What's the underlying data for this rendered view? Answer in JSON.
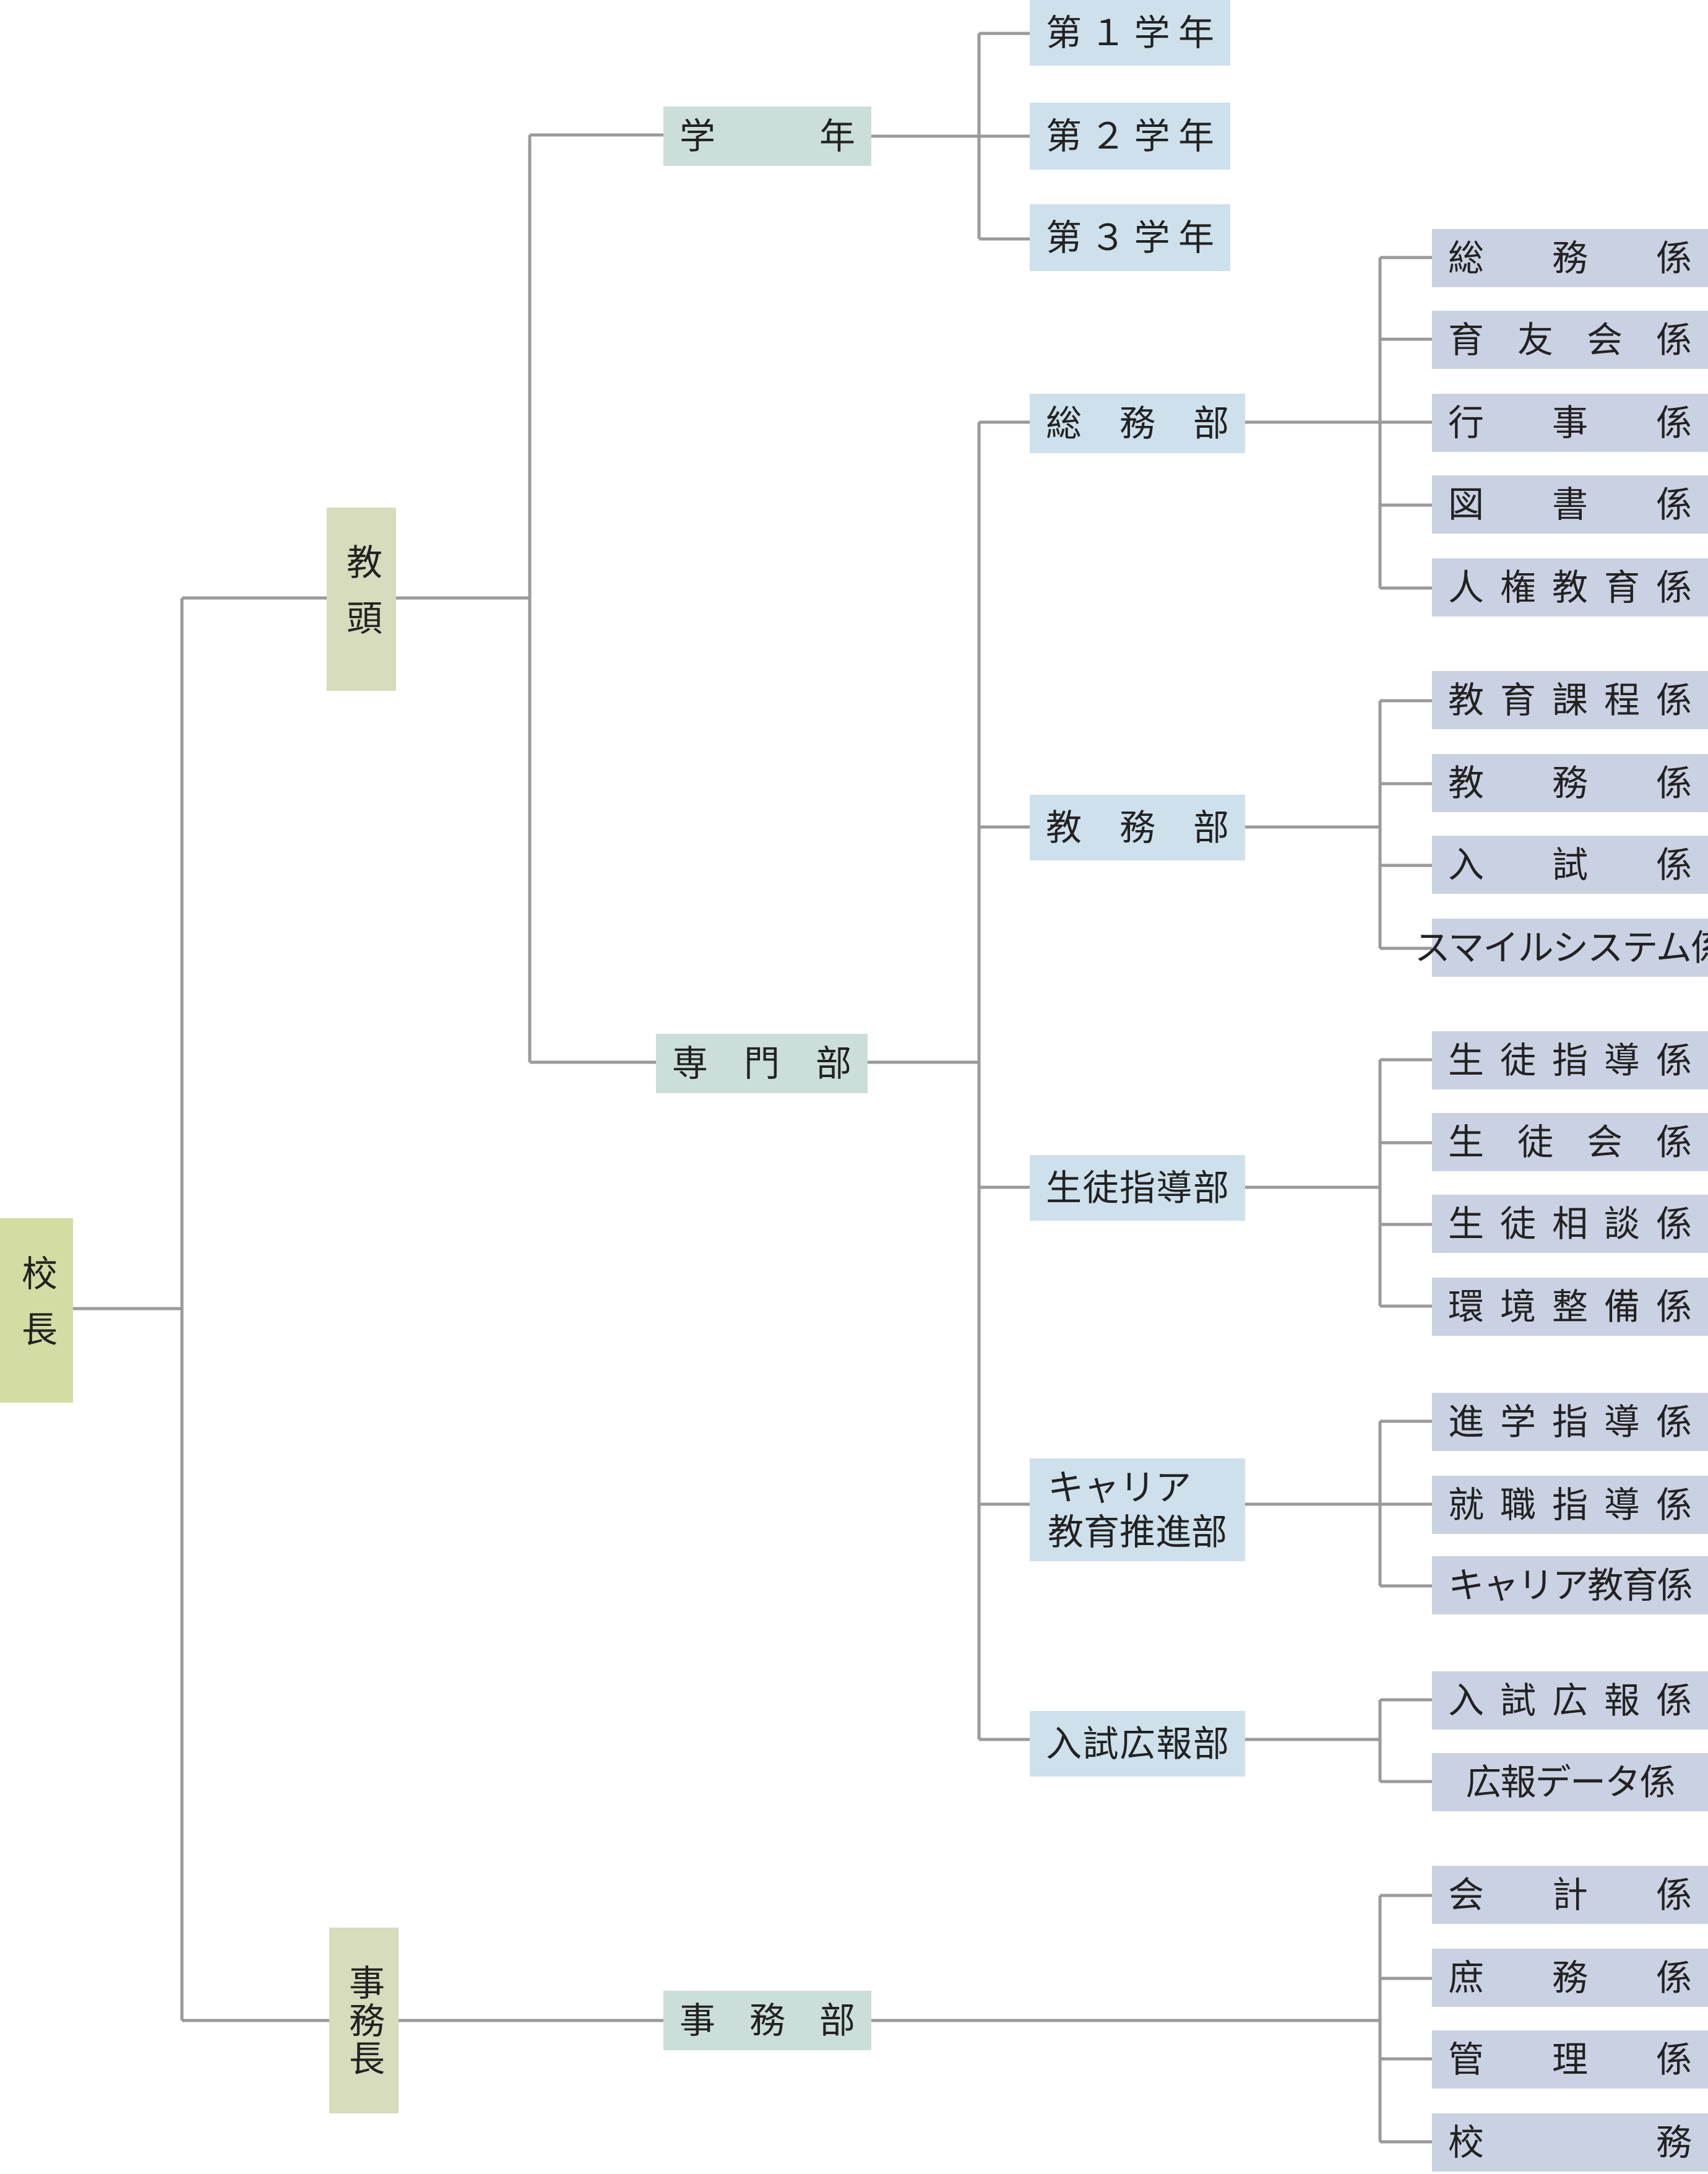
{
  "org_chart": {
    "principal": "校長",
    "vice_principal": "教頭",
    "office_chief": "事務長",
    "grade": "学年",
    "grades": [
      "第１学年",
      "第２学年",
      "第３学年"
    ],
    "specialist": "専門部",
    "office_dept": "事務部",
    "departments": [
      {
        "name": "総務部",
        "sections": [
          "総務係",
          "育友会係",
          "行事係",
          "図書係",
          "人権教育係"
        ]
      },
      {
        "name": "教務部",
        "sections": [
          "教育課程係",
          "教務係",
          "入試係",
          "スマイルシステム係"
        ]
      },
      {
        "name": "生徒指導部",
        "sections": [
          "生徒指導係",
          "生徒会係",
          "生徒相談係",
          "環境整備係"
        ]
      },
      {
        "name": "キャリア\n教育推進部",
        "sections": [
          "進学指導係",
          "就職指導係",
          "キャリア教育係"
        ]
      },
      {
        "name": "入試広報部",
        "sections": [
          "入試広報係",
          "広報データ係"
        ]
      }
    ],
    "office_sections": [
      "会計係",
      "庶務係",
      "管理係",
      "校務"
    ]
  },
  "colors": {
    "line": "#9a9a9a",
    "top": "#d3dda3",
    "manager": "#d6dcbc",
    "division": "#cbded9",
    "department": "#cde0eb",
    "section": "#cad1e2"
  }
}
